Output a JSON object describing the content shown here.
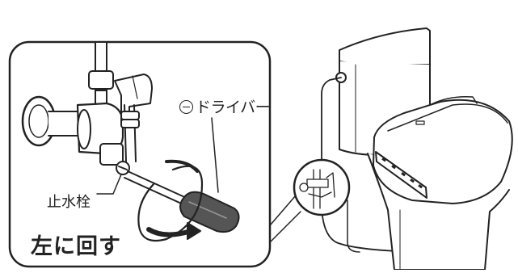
{
  "labels": {
    "screwdriver": "ドライバー",
    "stop_valve": "止水栓",
    "instruction": "左に回す"
  },
  "icons": [
    "minus-slot-icon"
  ],
  "colors": {
    "line": "#222222",
    "fill": "#ffffff",
    "shade": "#555555"
  }
}
